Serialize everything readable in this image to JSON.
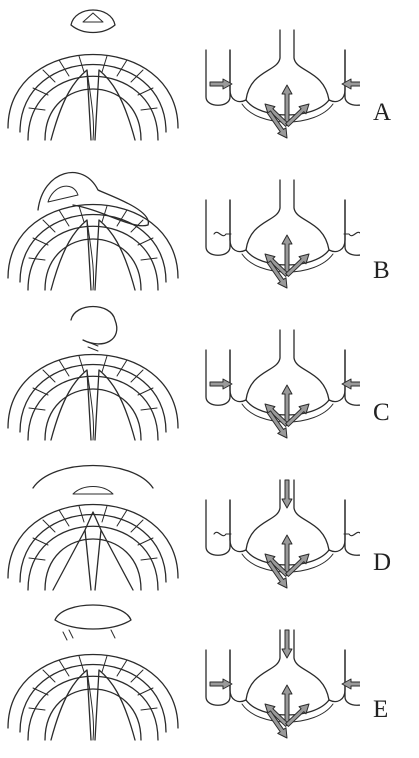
{
  "panels": [
    {
      "label": "A"
    },
    {
      "label": "B"
    },
    {
      "label": "C"
    },
    {
      "label": "D"
    },
    {
      "label": "E"
    }
  ],
  "style": {
    "stroke": "#2b2b2b",
    "arrow_fill": "#9a9a9a"
  }
}
